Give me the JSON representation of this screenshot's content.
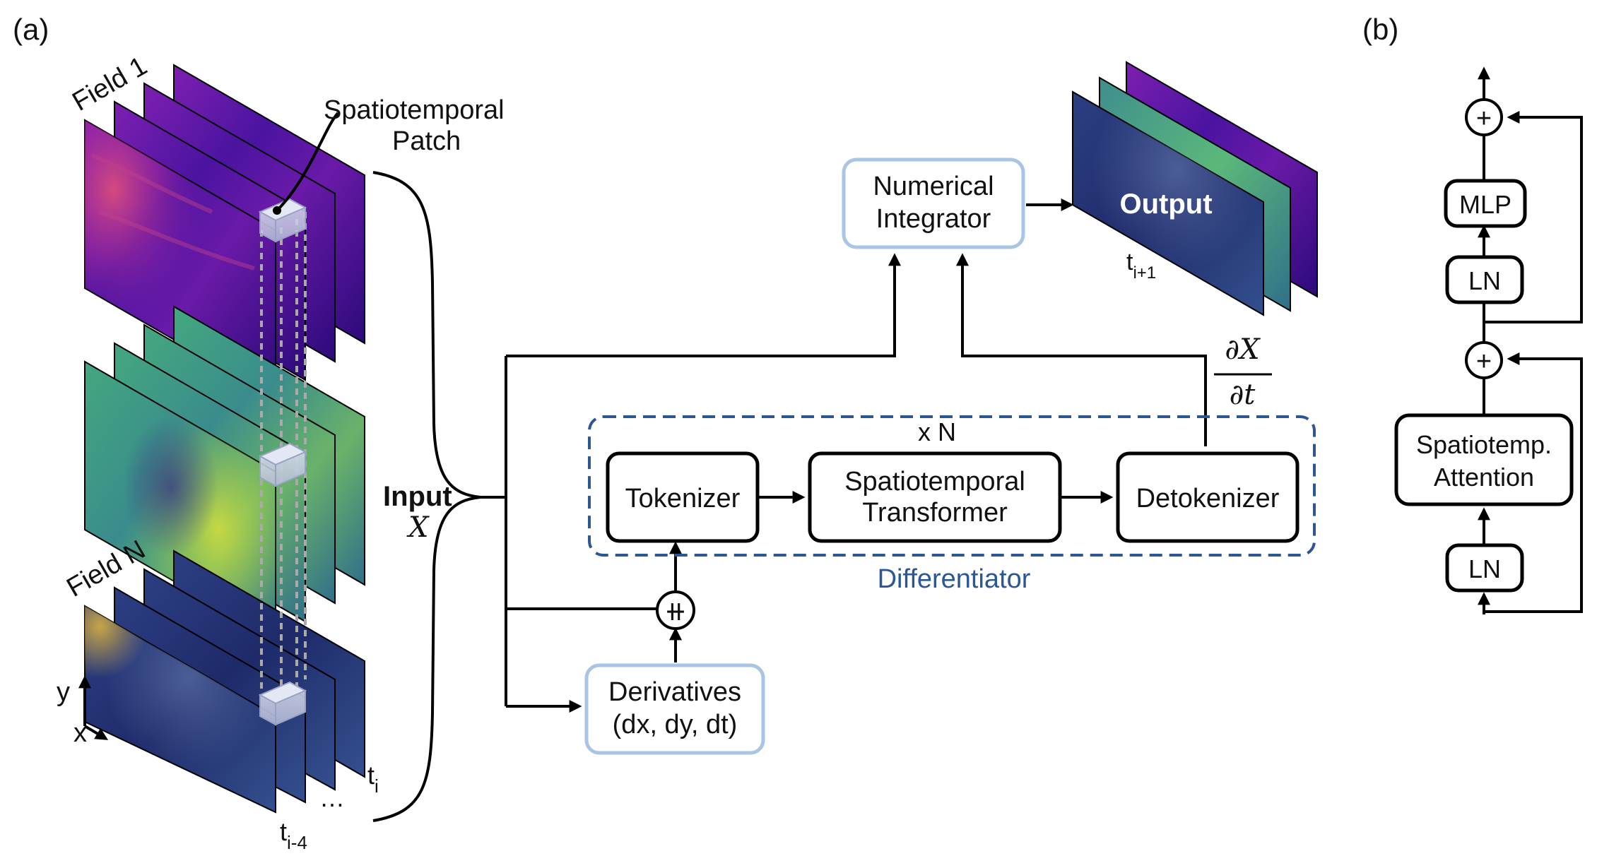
{
  "panels": {
    "a": "(a)",
    "b": "(b)"
  },
  "fields": {
    "field_1": "Field 1",
    "field_n": "Field N",
    "patch": [
      "Spatiotemporal",
      "Patch"
    ],
    "axis_y": "y",
    "axis_x": "x",
    "time_last": "t",
    "time_last_sub": "i",
    "time_first": "t",
    "time_first_sub": "i-4",
    "ellipsis": "…"
  },
  "input": {
    "title": "Input",
    "symbol": "X"
  },
  "blocks": {
    "numerical_integrator": [
      "Numerical",
      "Integrator"
    ],
    "tokenizer": "Tokenizer",
    "transformer": [
      "Spatiotemporal",
      "Transformer"
    ],
    "detokenizer": "Detokenizer",
    "repeat": "x N",
    "differentiator": "Differentiator",
    "derivatives": [
      "Derivatives",
      "(dx, dy, dt)"
    ],
    "concat_symbol": "⧺"
  },
  "derivative_label": {
    "numerator": "∂X",
    "denominator": "∂t"
  },
  "output": {
    "label": "Output",
    "time": "t",
    "time_sub": "i+1"
  },
  "panel_b": {
    "mlp": "MLP",
    "ln_top": "LN",
    "attention": [
      "Spatiotemp.",
      "Attention"
    ],
    "ln_bottom": "LN",
    "add_symbol": "+"
  },
  "colors": {
    "outline_blue": "#a9c4e4",
    "differentiator_blue": "#2b5796",
    "plasma_dark": "#2c0a7a",
    "plasma_mid": "#7d1fb0",
    "plasma_hot": "#e2507a",
    "viridis_dark": "#2f4f8a",
    "viridis_mid": "#3a9a8a",
    "viridis_hot": "#c8d83a",
    "navy_dark": "#1e2a6a",
    "navy_mid": "#34508e"
  }
}
